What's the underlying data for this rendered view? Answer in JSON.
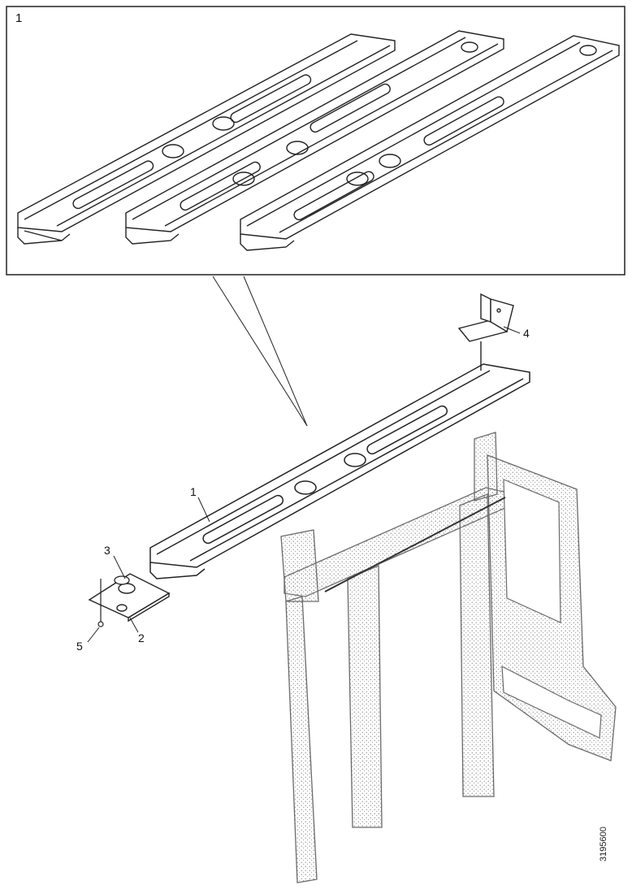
{
  "detail_box": {
    "label": "1"
  },
  "callouts": {
    "rail": "1",
    "plate": "2",
    "washer": "3",
    "bracket": "4",
    "screw": "5"
  },
  "document_id": "3195600",
  "colors": {
    "line": "#222222",
    "paper": "#ffffff",
    "hatch": "#8a8a8a"
  }
}
